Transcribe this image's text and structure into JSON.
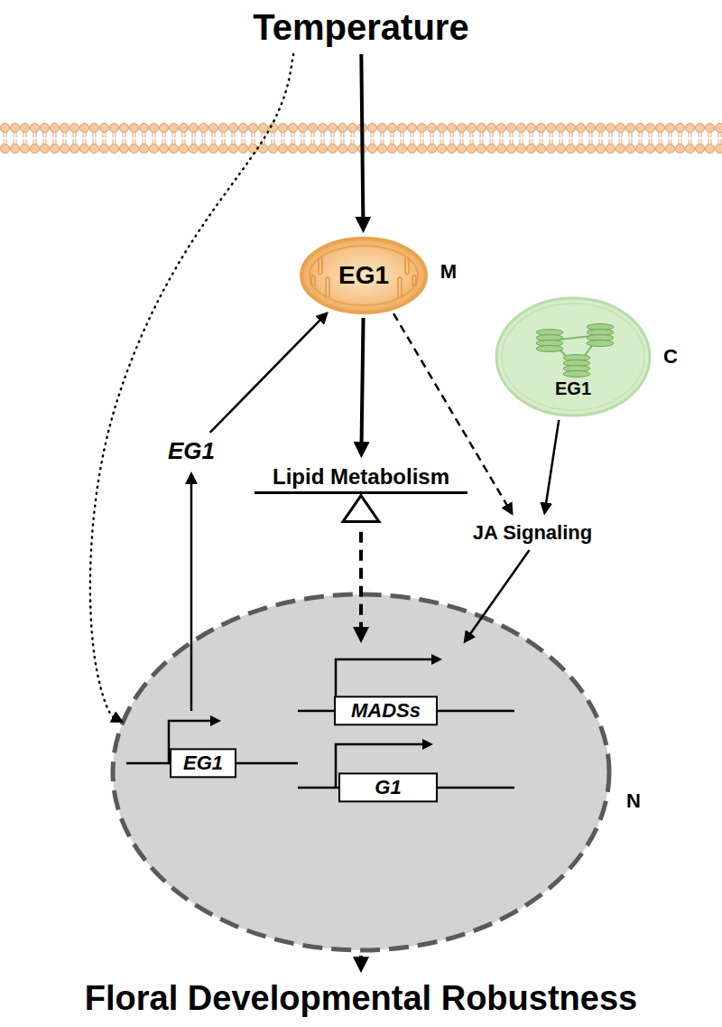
{
  "diagram": {
    "nodes": [
      {
        "text": [
          "Temperature"
        ]
      },
      {
        "text": [
          "EG1",
          "M"
        ]
      },
      {
        "text": [
          "EG1",
          "C"
        ]
      },
      {
        "text": [
          "EG1"
        ]
      },
      {
        "text": [
          "Lipid Metabolism"
        ]
      },
      {
        "text": [
          "JA Signaling"
        ]
      },
      {
        "text": [
          "N"
        ]
      },
      {
        "text": [
          "EG1"
        ],
        "in": 6
      },
      {
        "text": [
          "MADSs"
        ],
        "in": 6
      },
      {
        "text": [
          "G1"
        ],
        "in": 6
      },
      {
        "text": [
          "Floral Developmental Robustness"
        ]
      }
    ],
    "edges": [
      {
        "from": 0,
        "to": 1,
        "arrow": "to"
      },
      {
        "from": 0,
        "to": 7,
        "arrow": "to"
      },
      {
        "from": 7,
        "to": 3,
        "arrow": "to"
      },
      {
        "from": 3,
        "to": 1,
        "arrow": "to"
      },
      {
        "from": 1,
        "to": 4,
        "arrow": "to"
      },
      {
        "from": 1,
        "to": 5,
        "arrow": "to"
      },
      {
        "from": 2,
        "to": 5,
        "arrow": "to"
      },
      {
        "from": 4,
        "to": 8,
        "arrow": "to"
      },
      {
        "from": 5,
        "to": 8,
        "arrow": "to"
      },
      {
        "from": 6,
        "to": 10,
        "arrow": "to"
      }
    ]
  }
}
